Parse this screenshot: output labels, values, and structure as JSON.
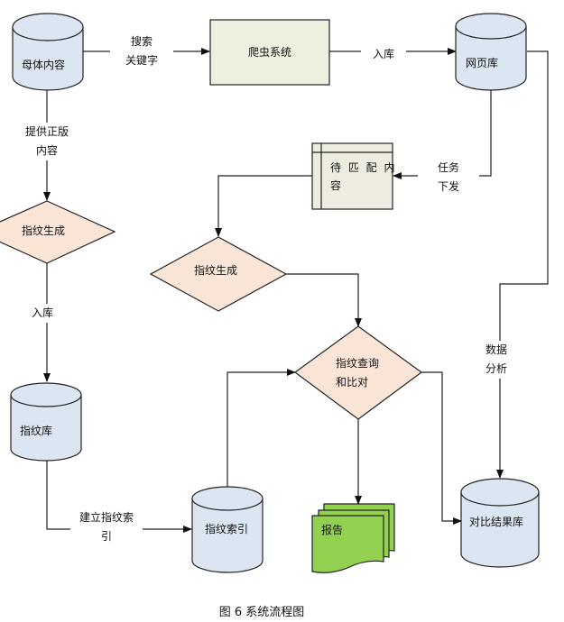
{
  "colors": {
    "db_fill": "#dce6f2",
    "process_fill": "#ebf1de",
    "decision_fill": "#fbe5d6",
    "queue_fill": "#eeece1",
    "report_fill": "#92d050",
    "stroke": "#222222"
  },
  "nodes": {
    "source_content": {
      "label": "母体内容",
      "shape": "database"
    },
    "crawler": {
      "label": "爬虫系统",
      "shape": "process"
    },
    "webpage_db": {
      "label": "网页库",
      "shape": "database"
    },
    "pending_match": {
      "label_line1": "待 匹 配 内",
      "label_line2": "容",
      "shape": "internal-storage"
    },
    "fingerprint_gen_left": {
      "label": "指纹生成",
      "shape": "decision"
    },
    "fingerprint_gen_right": {
      "label": "指纹生成",
      "shape": "decision"
    },
    "fingerprint_query": {
      "label_line1": "指纹查询",
      "label_line2": "和比对",
      "shape": "decision"
    },
    "fingerprint_db": {
      "label": "指纹库",
      "shape": "database"
    },
    "fingerprint_index": {
      "label": "指纹索引",
      "shape": "database"
    },
    "report": {
      "label": "报告",
      "shape": "multi-document"
    },
    "compare_result_db": {
      "label": "对比结果库",
      "shape": "database"
    }
  },
  "edges": {
    "search_keywords": {
      "line1": "搜索",
      "line2": "关键字"
    },
    "store_pages": {
      "label": "入库"
    },
    "provide_content": {
      "line1": "提供正版",
      "line2": "内容"
    },
    "dispatch_task": {
      "line1": "任务",
      "line2": "下发"
    },
    "store_fingerprints": {
      "label": "入库"
    },
    "build_index": {
      "line1": "建立指纹索",
      "line2": "引"
    },
    "data_analysis": {
      "line1": "数据",
      "line2": "分析"
    }
  },
  "caption": "图 6  系统流程图"
}
